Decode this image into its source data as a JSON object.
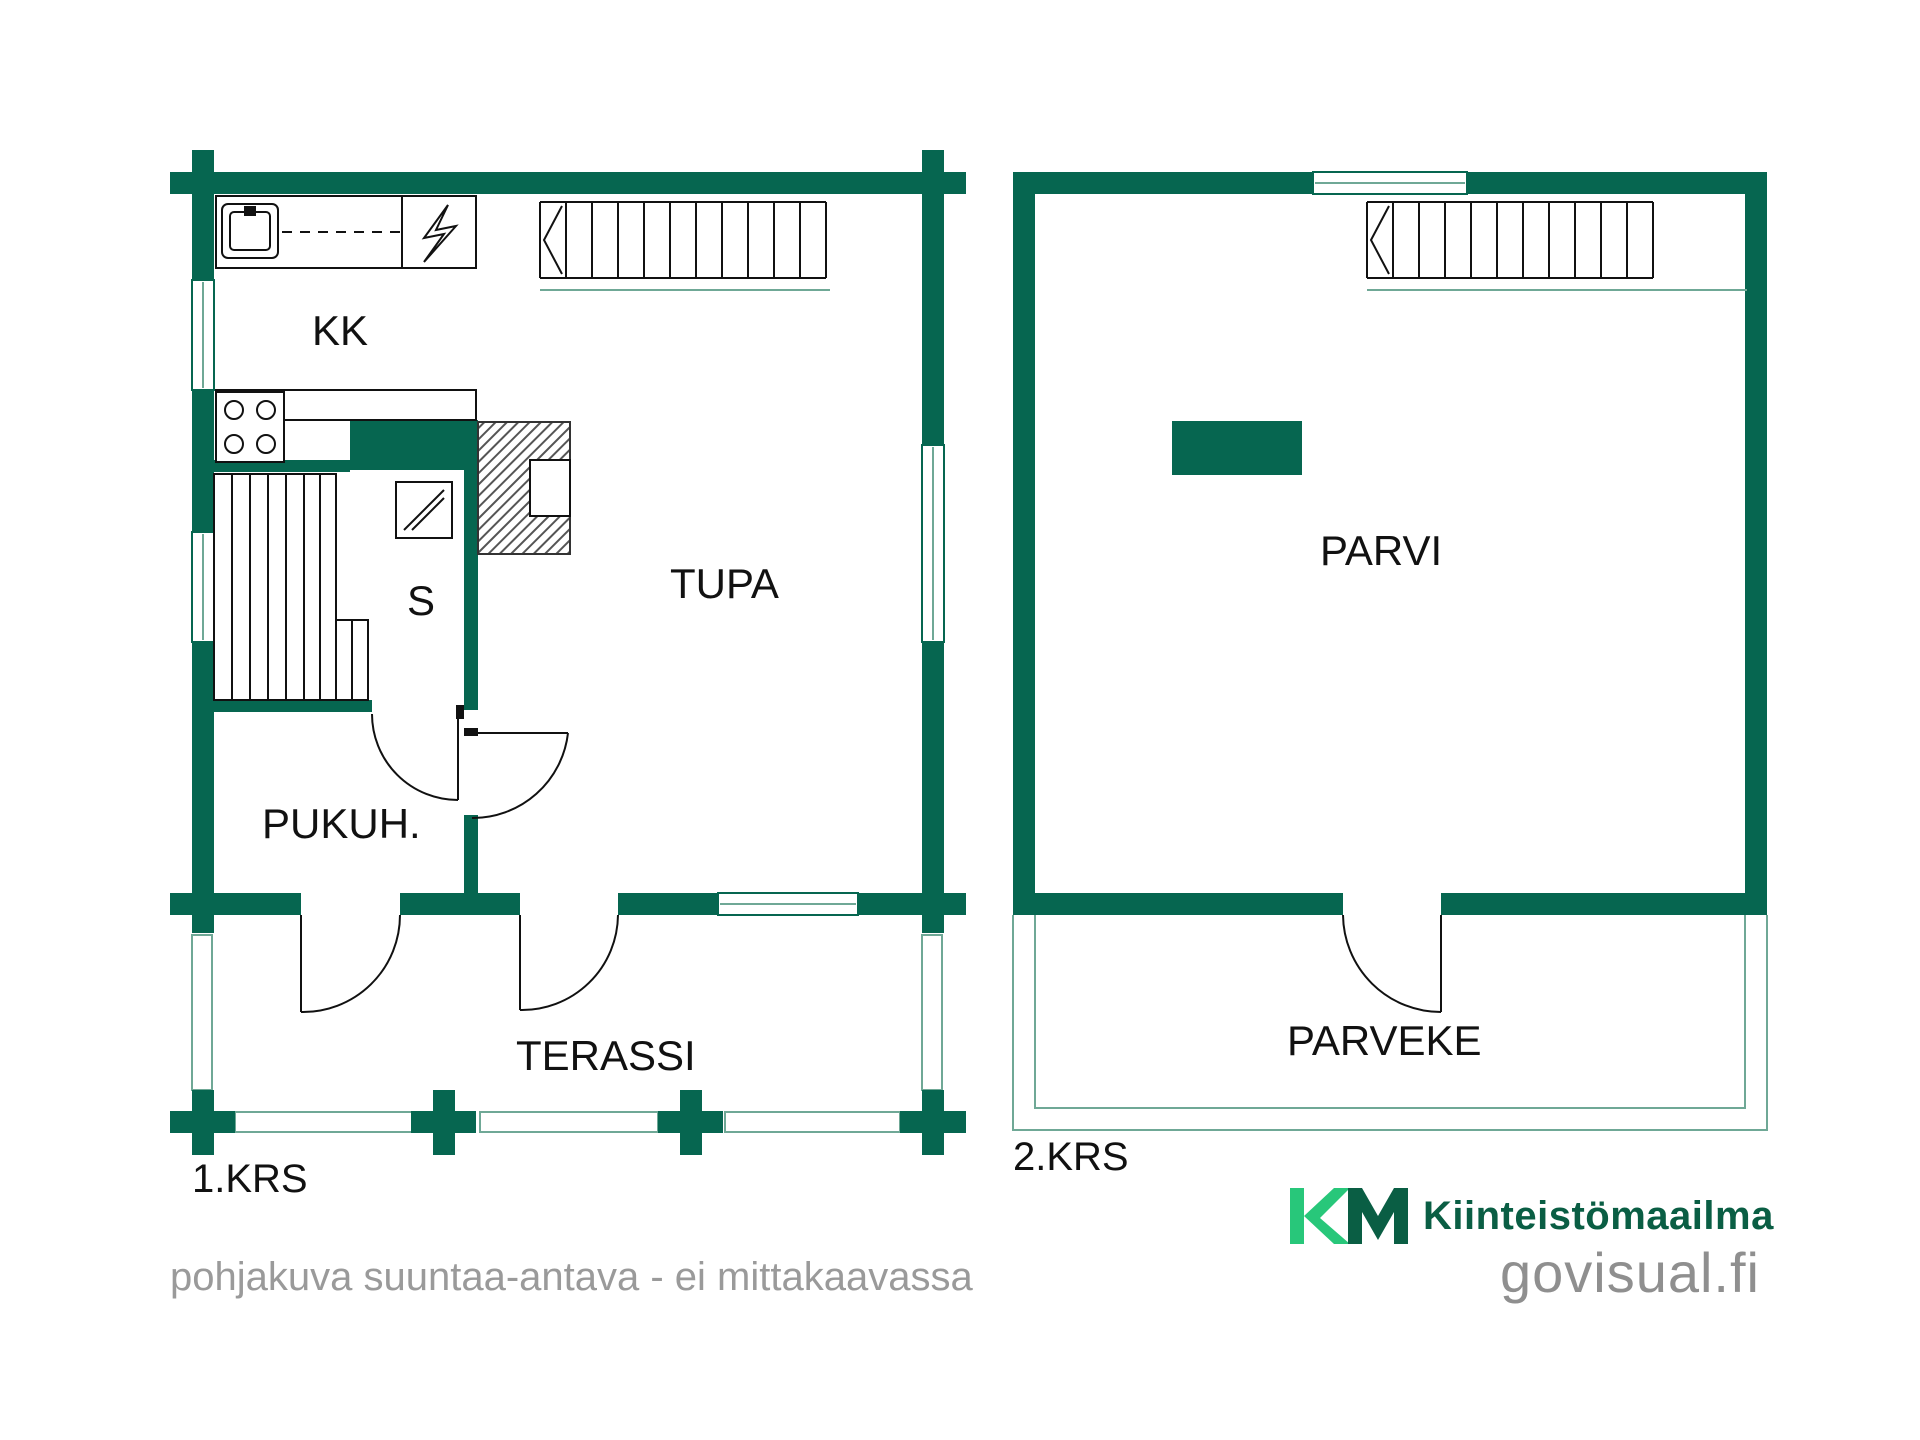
{
  "colors": {
    "wall": "#066650",
    "ink": "#111111",
    "thin": "#6fa896",
    "hatch": "#555555",
    "logo_green": "#0a5e44",
    "logo_light": "#28c77a",
    "footer_grey": "#9a9a9a"
  },
  "rooms": {
    "kk": "KK",
    "tupa": "TUPA",
    "s": "S",
    "pukuh": "PUKUH.",
    "terassi": "TERASSI",
    "parvi": "PARVI",
    "parveke": "PARVEKE"
  },
  "floors": {
    "first": "1.KRS",
    "second": "2.KRS"
  },
  "footer": {
    "disclaimer": "pohjakuva suuntaa-antava - ei mittakaavassa",
    "brand_name": "Kiinteistömaailma",
    "provider": "govisual.fi"
  },
  "icons": {
    "sink": "sink-icon",
    "stove": "stove-icon",
    "electric": "electric-panel-icon",
    "stairs": "stairs-icon",
    "brand": "km-logo-icon"
  }
}
